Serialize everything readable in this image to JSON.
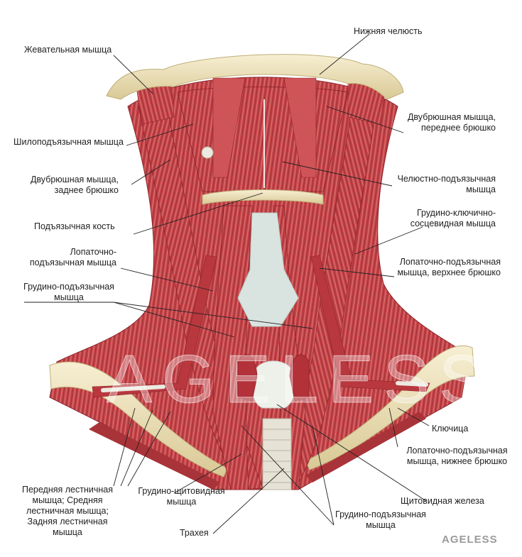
{
  "labels": {
    "mandible": "Нижняя челюсть",
    "masseter": "Жевательная мышца",
    "digastric_anterior": [
      "Двубрюшная мышца,",
      "переднее брюшко"
    ],
    "stylohyoid": "Шилоподъязычная мышца",
    "digastric_posterior": [
      "Двубрюшная мышца,",
      "заднее брюшко"
    ],
    "mylohyoid": [
      "Челюстно-подъязычная",
      "мышца"
    ],
    "hyoid": "Подъязычная кость",
    "sternocleidomastoid": [
      "Грудино-ключично-",
      "сосцевидная мышца"
    ],
    "omohyoid_left": [
      "Лопаточно-",
      "подъязычная мышца"
    ],
    "omohyoid_superior": [
      "Лопаточно-подъязычная",
      "мышца, верхнее брюшко"
    ],
    "sternohyoid_left": [
      "Грудино-подъязычная",
      "мышца"
    ],
    "clavicle": "Ключица",
    "omohyoid_inferior": [
      "Лопаточно-подъязычная",
      "мышца, нижнее брюшко"
    ],
    "scalenes": [
      "Передняя лестничная",
      "мышца; Средняя",
      "лестничная мышца;",
      "Задняя лестничная",
      "мышца"
    ],
    "sternothyroid": [
      "Грудино-щитовидная",
      "мышца"
    ],
    "thyroid": "Щитовидная железа",
    "sternohyoid_bottom": [
      "Грудино-подъязычная",
      "мышца"
    ],
    "trachea": "Трахея"
  },
  "watermark": "AGELESS.SU",
  "brand": "AGELESS",
  "colors": {
    "muscle": "#c9474b",
    "muscle_dark": "#9e2b32",
    "muscle_light": "#e27a78",
    "tendon": "#e8ece8",
    "bone": "#f1e7c4",
    "line": "#222222"
  }
}
